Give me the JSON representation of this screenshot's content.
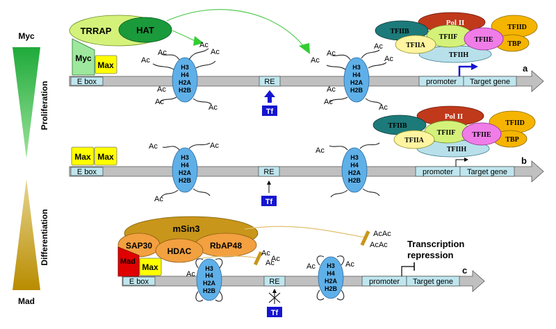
{
  "gradient_labels": {
    "top": "Myc",
    "bottom": "Mad",
    "proliferation": "Proliferation",
    "differentiation": "Differentiation"
  },
  "factors": {
    "trrap": "TRRAP",
    "hat": "HAT",
    "myc": "Myc",
    "max": "Max",
    "mad": "Mad",
    "msin3": "mSin3",
    "sap30": "SAP30",
    "hdac": "HDAC",
    "rbap48": "RbAP48"
  },
  "dna": {
    "ebox": "E box",
    "re": "RE",
    "tf": "Tf",
    "promoter": "promoter",
    "target_gene": "Target gene"
  },
  "histone_lines": [
    "H3",
    "H4",
    "H2A",
    "H2B"
  ],
  "acetyl": "Ac",
  "acetyl_pair": "AcAc",
  "pic": {
    "pol2": "Pol II",
    "tfiib": "TFIIB",
    "tfiif": "TFIIF",
    "tfiie": "TFIIE",
    "tfiid": "TFIID",
    "tfiia": "TFIIA",
    "tfiih": "TFIIH",
    "tbp": "TBP"
  },
  "panel_letters": [
    "a",
    "b",
    "c"
  ],
  "repression_text": [
    "Transcription",
    "repression"
  ],
  "colors": {
    "myc_green": "#22b14c",
    "mad_gold": "#c8a000",
    "histone_blue": "#5fb0e8",
    "dna_gray": "#bdbdbd",
    "tf_blue": "#1515d0",
    "pol2_red": "#c0391b",
    "tfiib_teal": "#1d7a7a",
    "tfiie_pink": "#f07ce8",
    "tfiid_orange": "#f5b400",
    "max_yellow": "#ffff00",
    "hdac_orange": "#f2a040",
    "mad_red": "#e00000"
  }
}
